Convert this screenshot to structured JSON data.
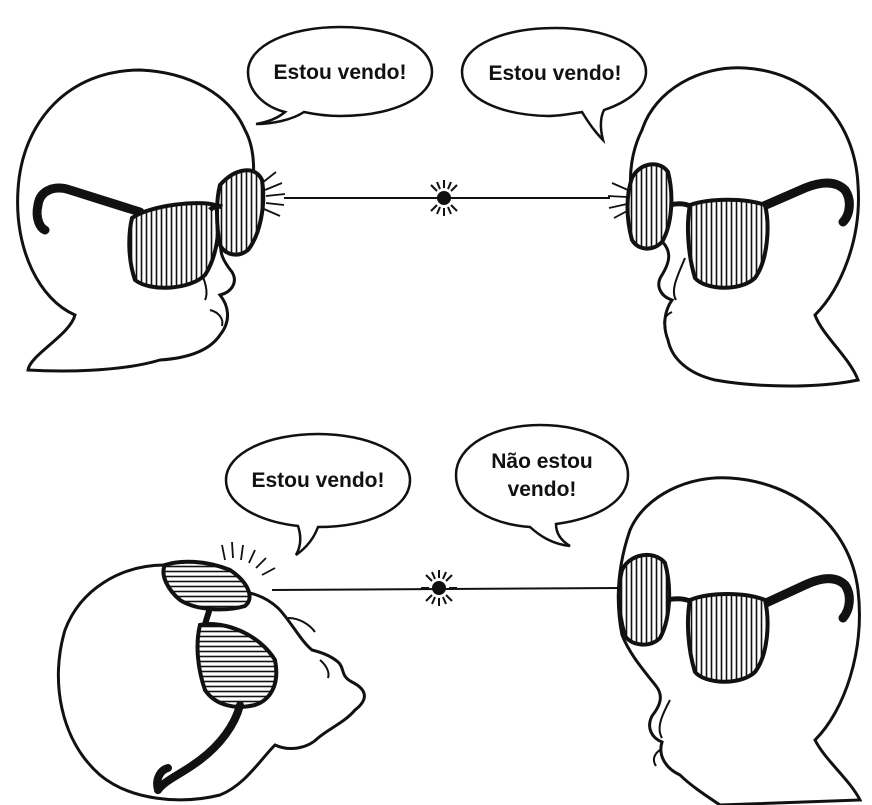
{
  "colors": {
    "ink": "#111111",
    "paper": "#ffffff"
  },
  "top_scene": {
    "left_speech": "Estou vendo!",
    "right_speech": "Estou vendo!"
  },
  "bottom_scene": {
    "left_speech": "Estou vendo!",
    "right_speech_line1": "Não estou",
    "right_speech_line2": "vendo!"
  }
}
